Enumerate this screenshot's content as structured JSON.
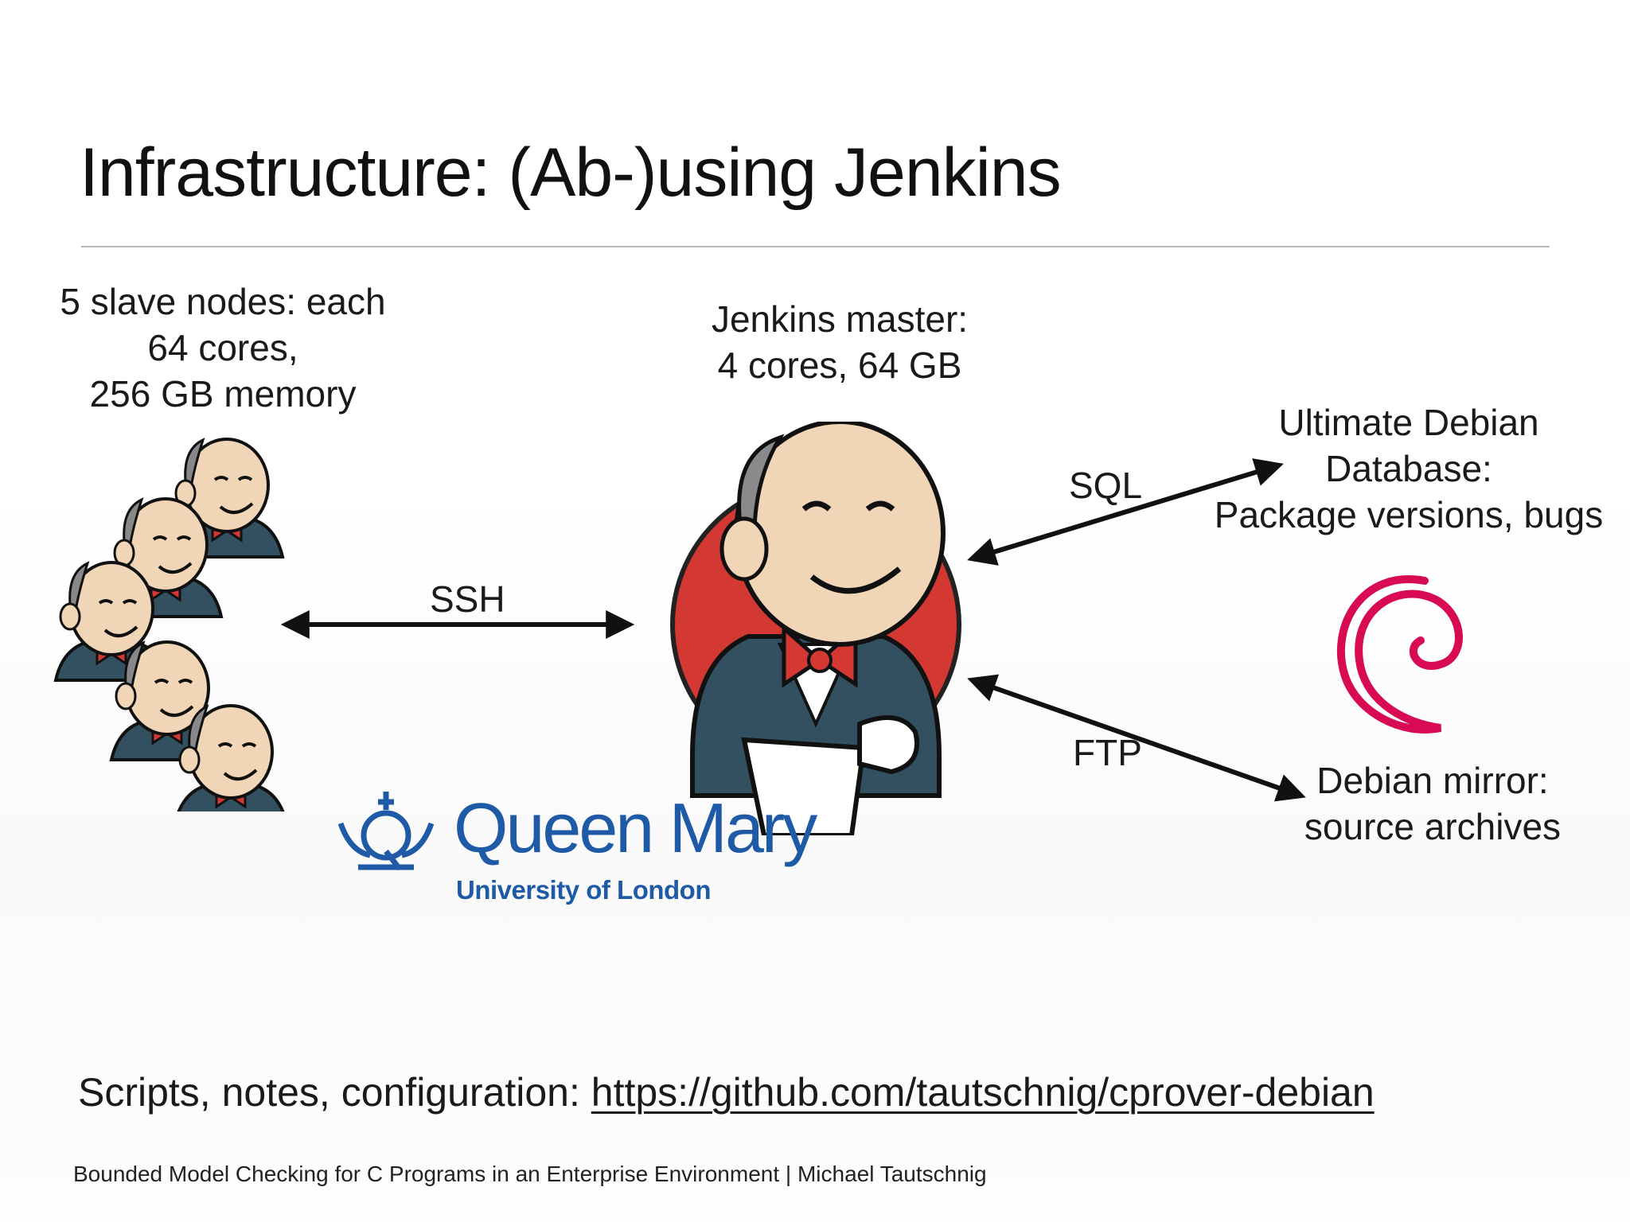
{
  "slide": {
    "title": "Infrastructure: (Ab-)using Jenkins",
    "nodes": {
      "slaves": [
        "5 slave nodes: each",
        "64 cores,",
        "256 GB memory"
      ],
      "master": [
        "Jenkins master:",
        "4 cores, 64 GB"
      ],
      "udd": [
        "Ultimate Debian",
        "Database:",
        "Package versions, bugs"
      ],
      "mirror": [
        "Debian mirror:",
        "source archives"
      ]
    },
    "edges": {
      "ssh": "SSH",
      "sql": "SQL",
      "ftp": "FTP"
    },
    "logo": {
      "name": "Queen Mary",
      "subtitle": "University of London",
      "color": "#1f5aa6"
    },
    "footer": {
      "prefix": "Scripts, notes, configuration: ",
      "link": "https://github.com/tautschnig/cprover-debian"
    },
    "credit": "Bounded Model Checking for C Programs in an Enterprise Environment  |  Michael Tautschnig",
    "colors": {
      "jenkins_red": "#d33833",
      "jenkins_blue": "#335061",
      "jenkins_skin": "#f0d6b7",
      "debian_red": "#d70a53",
      "arrow": "#111111"
    }
  }
}
